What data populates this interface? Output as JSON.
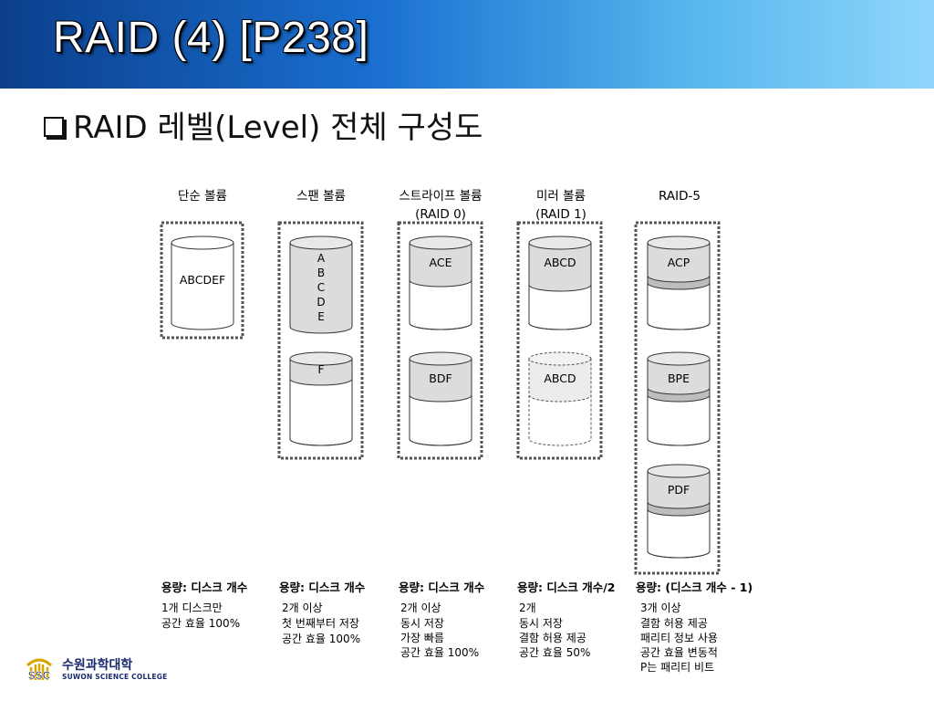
{
  "slide": {
    "title": "RAID (4) [P238]",
    "bullet_text": "RAID 레벨(Level) 전체 구성도"
  },
  "columns": [
    {
      "title_lines": [
        "단순 볼륨"
      ],
      "disks": [
        "ABCDEF"
      ],
      "capacity": "용량: 디스크 개수",
      "notes": [
        "1개 디스크만",
        "공간 효율 100%"
      ]
    },
    {
      "title_lines": [
        "스팬 볼륨"
      ],
      "disks": [
        "A B C D E",
        "F"
      ],
      "capacity": "용량: 디스크 개수",
      "notes": [
        "2개 이상",
        "첫 번째부터 저장",
        "공간 효율 100%"
      ]
    },
    {
      "title_lines": [
        "스트라이프 볼륨",
        "(RAID 0)"
      ],
      "disks": [
        "ACE",
        "BDF"
      ],
      "capacity": "용량: 디스크 개수",
      "notes": [
        "2개 이상",
        "동시 저장",
        "가장 빠름",
        "공간 효율 100%"
      ]
    },
    {
      "title_lines": [
        "미러 볼륨",
        "(RAID 1)"
      ],
      "disks": [
        "ABCD",
        "ABCD"
      ],
      "capacity": "용량: 디스크 개수/2",
      "notes": [
        "2개",
        "동시 저장",
        "결함 허용 제공",
        "공간 효율 50%"
      ]
    },
    {
      "title_lines": [
        "RAID-5"
      ],
      "disks": [
        "ACP",
        "BPE",
        "PDF"
      ],
      "capacity": "용량: (디스크 개수 - 1)",
      "notes": [
        "3개 이상",
        "결함 허용 제공",
        "패리티 정보 사용",
        "공간 효율 변동적",
        "P는 패리티 비트"
      ]
    }
  ],
  "logo": {
    "mark": "SSC",
    "name_ko": "수원과학대학",
    "name_en": "SUWON SCIENCE COLLEGE"
  },
  "colors": {
    "title_bar_dark": "#0b3f8c",
    "title_bar_light": "#8fd6fb",
    "disk_fill_gray": "#dcdcdc",
    "parity_band": "#bdbdbd"
  }
}
